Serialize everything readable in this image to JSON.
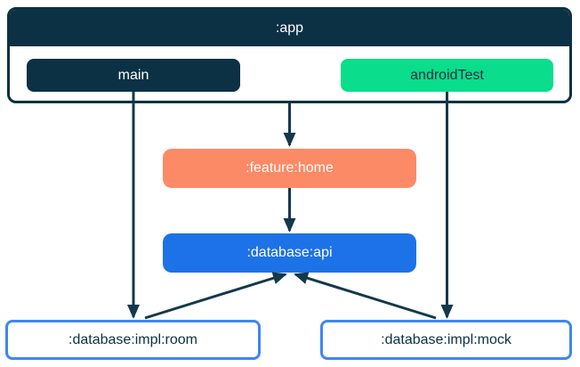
{
  "diagram": {
    "app_container": {
      "label": ":app",
      "source_sets": [
        {
          "id": "main",
          "label": "main"
        },
        {
          "id": "androidTest",
          "label": "androidTest"
        }
      ]
    },
    "nodes": [
      {
        "id": "feature-home",
        "label": ":feature:home"
      },
      {
        "id": "database-api",
        "label": ":database:api"
      },
      {
        "id": "database-impl-room",
        "label": ":database:impl:room"
      },
      {
        "id": "database-impl-mock",
        "label": ":database:impl:mock"
      }
    ],
    "edges": [
      {
        "from": "main",
        "to": ":database:impl:room"
      },
      {
        "from": ":app",
        "to": ":feature:home"
      },
      {
        "from": "androidTest",
        "to": ":database:impl:mock"
      },
      {
        "from": ":feature:home",
        "to": ":database:api"
      },
      {
        "from": ":database:impl:room",
        "to": ":database:api"
      },
      {
        "from": ":database:impl:mock",
        "to": ":database:api"
      }
    ],
    "colors": {
      "navy": "#0C3145",
      "green": "#0ADD8B",
      "coral": "#FC8A66",
      "blue": "#1D72E8",
      "impl_border_blue": "#3E86F5",
      "edge": "#14384C",
      "background": "#FFFFFF"
    }
  }
}
